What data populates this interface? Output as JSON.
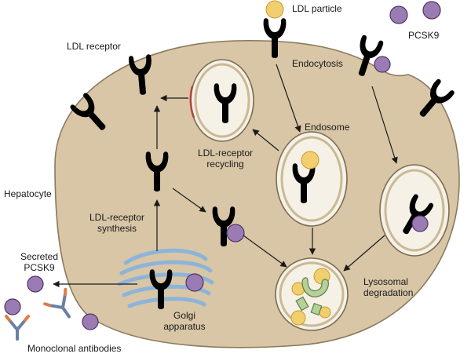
{
  "labels": {
    "ldl_particle": "LDL particle",
    "pcsk9_top": "PCSK9",
    "ldl_receptor": "LDL receptor",
    "endocytosis": "Endocytosis",
    "endosome": "Endosome",
    "receptor_recycling_1": "LDL-receptor",
    "receptor_recycling_2": "recycling",
    "hepatocyte": "Hepatocyte",
    "receptor_synthesis_1": "LDL-receptor",
    "receptor_synthesis_2": "synthesis",
    "secreted_1": "Secreted",
    "secreted_2": "PCSK9",
    "lysosomal_1": "Lysosomal",
    "lysosomal_2": "degradation",
    "golgi_1": "Golgi",
    "golgi_2": "apparatus",
    "antibodies": "Monoclonal antibodies"
  },
  "colors": {
    "cell_fill": "#d8c6a6",
    "receptor_fill": "#b5d199",
    "pcsk9_fill": "#9b7bb3",
    "ldl_fill": "#f2cf6e",
    "golgi_stroke": "#8db4d8",
    "antibody_stroke": "#6a7fa6",
    "antibody_tip": "#e07a4a"
  }
}
